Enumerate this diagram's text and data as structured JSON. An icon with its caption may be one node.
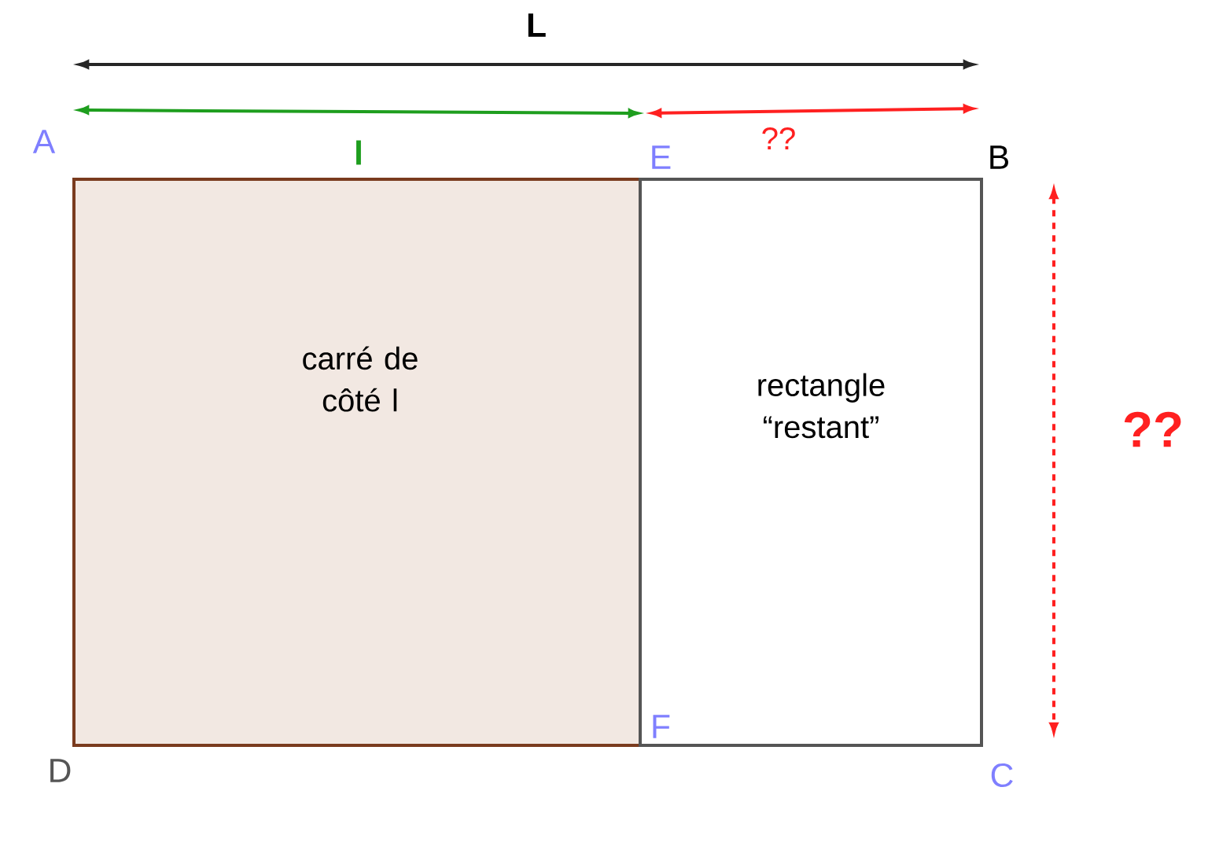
{
  "diagram": {
    "nodes": [
      {
        "text": [
          "carré de côté l"
        ]
      },
      {
        "text": [
          "rectangle “restant”"
        ]
      }
    ],
    "labels": [
      "L",
      "A",
      "l",
      "E",
      "??",
      "B",
      "??",
      "F",
      "D",
      "C"
    ]
  }
}
